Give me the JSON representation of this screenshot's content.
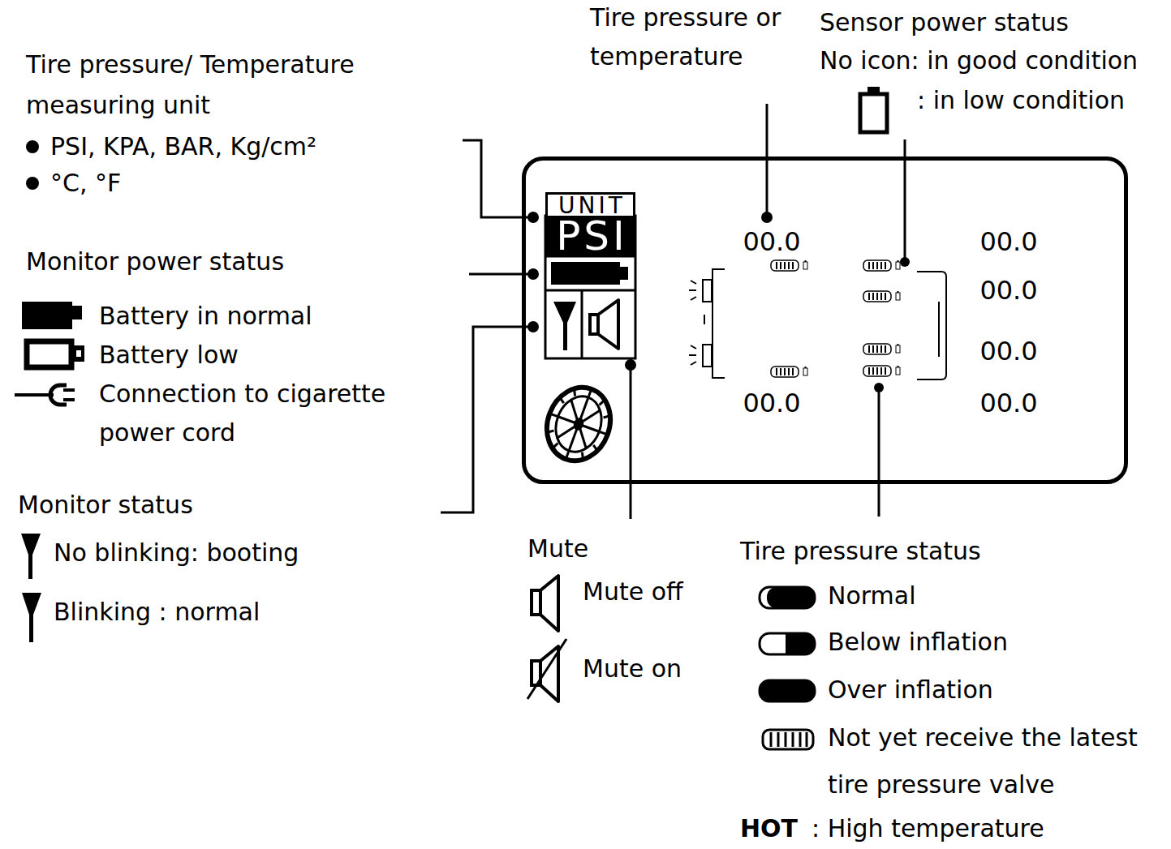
{
  "diagram": {
    "nodes": [
      {
        "text": [
          "00.0",
          "00.0",
          "00.0",
          "00.0",
          "00.0",
          "00.0"
        ]
      },
      {
        "text": [
          "UNIT"
        ],
        "in": 0
      },
      {
        "text": [
          "PSI"
        ],
        "in": 0
      }
    ],
    "labels": [
      "Tire pressure/ Temperature measuring unit",
      "PSI, KPA, BAR, Kg/cm²",
      "°C, °F",
      "Monitor power status",
      "Battery in normal",
      "Battery low",
      "Connection to cigarette power cord",
      "Monitor status",
      "No blinking: booting",
      "Blinking : normal",
      "Tire pressure or temperature",
      "Sensor power status",
      "No icon: in good condition",
      ": in low condition",
      "Mute",
      "Mute off",
      "Mute on",
      "Tire pressure status",
      "Normal",
      "Below inflation",
      "Over inflation",
      "Not yet receive the latest tire pressure valve",
      "HOT",
      ": High temperature"
    ]
  }
}
